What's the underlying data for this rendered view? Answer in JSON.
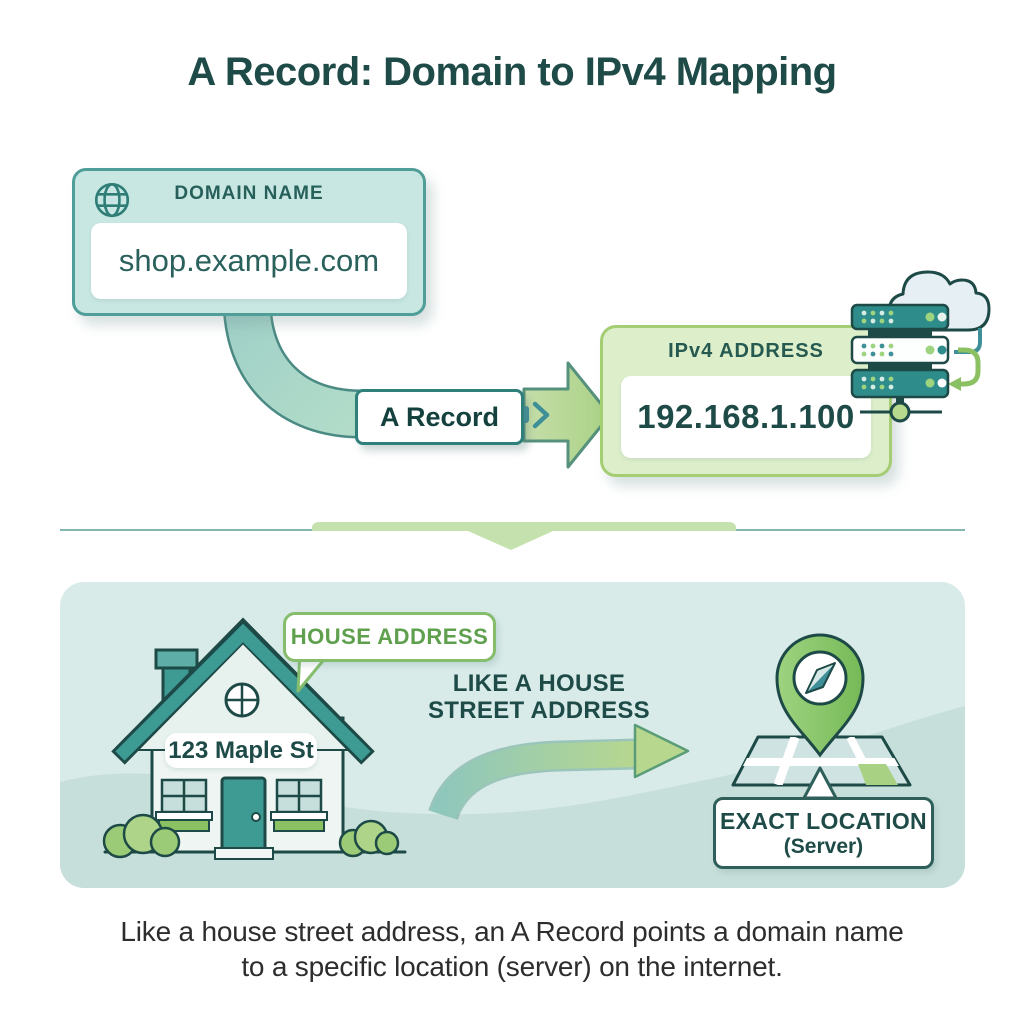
{
  "title": "A Record: Domain to IPv4 Mapping",
  "flow": {
    "domain_card": {
      "label": "DOMAIN NAME",
      "value": "shop.example.com"
    },
    "record_label": "A Record",
    "ipv4_card": {
      "label": "IPv4 ADDRESS",
      "value": "192.168.1.100"
    }
  },
  "analogy": {
    "bubble_label": "HOUSE ADDRESS",
    "house_sign": "123 Maple St",
    "comparison_line1": "LIKE A HOUSE",
    "comparison_line2": "STREET ADDRESS",
    "location_line1": "EXACT LOCATION",
    "location_line2": "(Server)"
  },
  "caption": {
    "line1": "Like a house street address, an A Record points a domain name",
    "line2": "to a specific location (server) on the internet."
  },
  "icons": [
    "globe-icon",
    "server-stack-icon",
    "cloud-icon",
    "sync-arrow-icon",
    "network-node-icon",
    "flow-ribbon",
    "record-arrow-icon",
    "big-arrow-icon",
    "chevron-down-icon",
    "house-icon",
    "speech-bubble-tail-icon",
    "curved-arrow-icon",
    "map-icon",
    "map-pin-icon",
    "compass-icon",
    "location-label-tail-icon"
  ],
  "colors": {
    "title_text": "#1e4b47",
    "teal_accent": "#3d9b94",
    "mint_card_bg": "#c9e7e2",
    "mint_card_border": "#4f9e97",
    "green_card_bg": "#ddeeca",
    "green_card_border": "#a4cd74",
    "green_accent": "#8cc163",
    "panel_bg": "#d8ebe9",
    "panel_wave": "#c7dfdb",
    "caption_text": "#2d2d2d"
  }
}
